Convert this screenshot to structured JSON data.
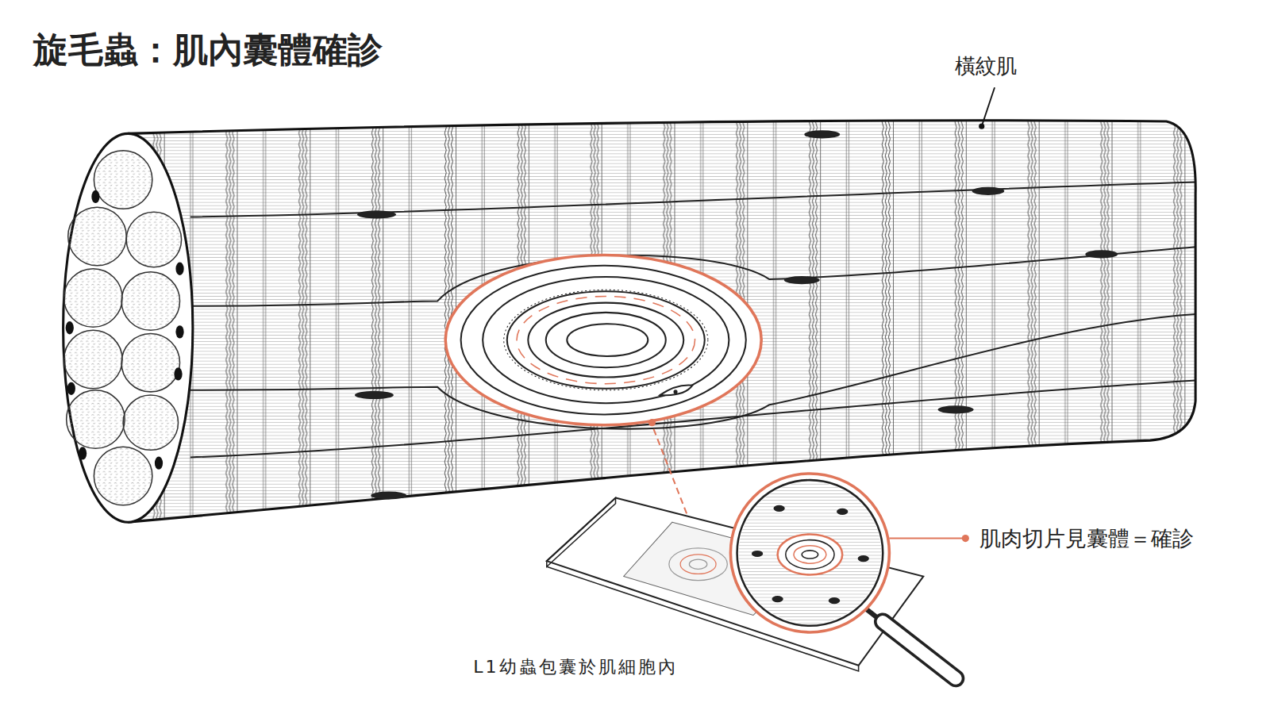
{
  "diagram": {
    "title": "旋毛蟲：肌內囊體確診",
    "labels": [
      "橫紋肌",
      "肌肉切片見囊體＝確診",
      "L1幼蟲包囊於肌細胞內"
    ]
  }
}
